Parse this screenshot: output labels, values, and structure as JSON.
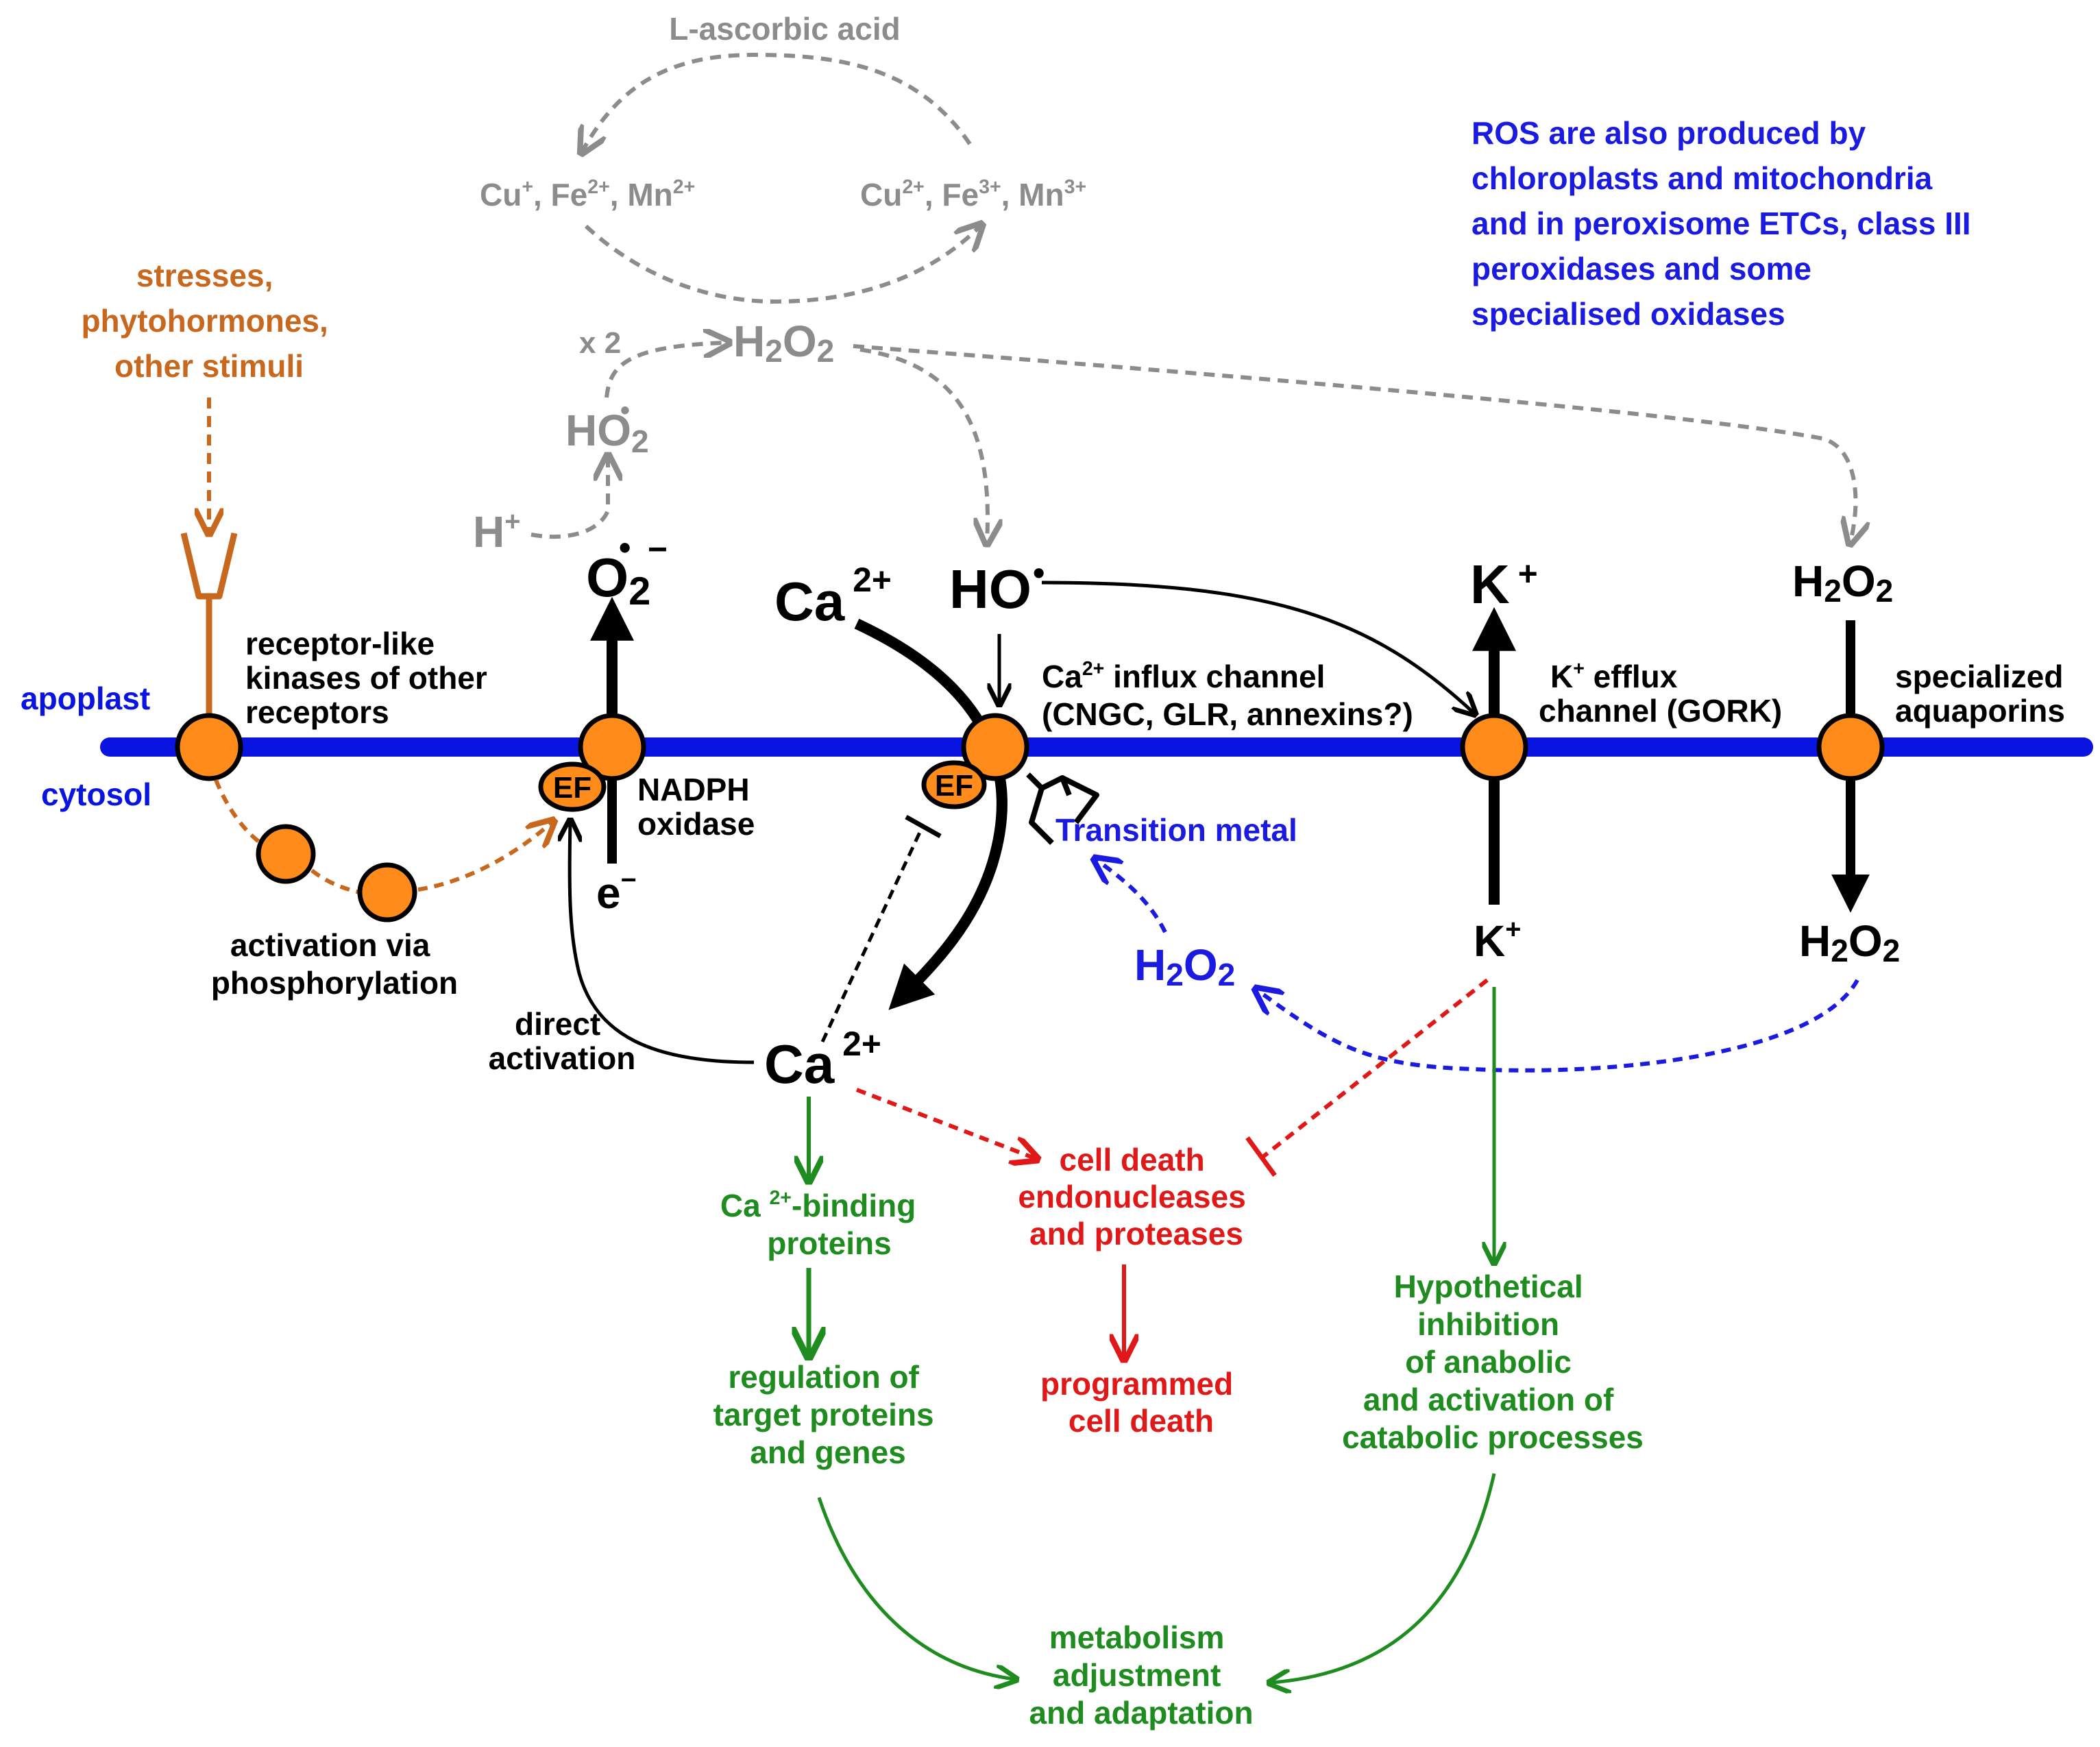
{
  "colors": {
    "membrane": "#0a14e0",
    "protein_fill": "#ff8c1a",
    "stimuli": "#c8681e",
    "grey": "#8c8c8c",
    "black": "#000000",
    "red": "#e01818",
    "green": "#1e8c1e",
    "blue": "#1a1ae0"
  },
  "compartments": {
    "apoplast": "apoplast",
    "cytosol": "cytosol"
  },
  "grey_cycle": {
    "ascorbic_acid": "L-ascorbic acid",
    "reduced_metals": {
      "cu": "Cu",
      "cu_charge": "+",
      "fe": "Fe",
      "fe_charge": "2+",
      "mn": "Mn",
      "mn_charge": "2+"
    },
    "oxidized_metals": {
      "cu": "Cu",
      "cu_charge": "2+",
      "fe": "Fe",
      "fe_charge": "3+",
      "mn": "Mn",
      "mn_charge": "3+"
    },
    "h2o2": {
      "h": "H",
      "h_sub": "2",
      "o": "O",
      "o_sub": "2"
    },
    "x2": "x 2",
    "ho2": {
      "base": "HO",
      "sub": "2",
      "radical": "•"
    },
    "proton": {
      "base": "H",
      "charge": "+"
    }
  },
  "note": [
    "ROS are also produced by",
    "chloroplasts and mitochondria",
    "and in peroxisome ETCs, class III",
    "peroxidases and some",
    "specialised oxidases"
  ],
  "stimuli": [
    "stresses,",
    "phytohormones,",
    "other stimuli"
  ],
  "receptor_label": [
    "receptor-like",
    "kinases of other",
    "receptors"
  ],
  "activation_label": [
    "activation via",
    "phosphorylation"
  ],
  "superoxide": {
    "base": "O",
    "sub": "2",
    "radical": "•",
    "charge": "−"
  },
  "electron": {
    "base": "e",
    "charge": "−"
  },
  "nadph_label": [
    "NADPH",
    "oxidase"
  ],
  "ef_label": "EF",
  "calcium_apoplast": {
    "base": "Ca",
    "charge": "2+"
  },
  "hydroxyl": {
    "base": "HO",
    "radical": "•"
  },
  "ca_channel_label": {
    "line1_base": "Ca",
    "line1_charge": "2+",
    "line1_rest": " influx channel",
    "line2": "(CNGC, GLR, annexins?)"
  },
  "transition_metal": "Transition metal",
  "direct_activation": [
    "direct",
    "activation"
  ],
  "calcium_cytosol": {
    "base": "Ca",
    "charge": "2+"
  },
  "h2o2_blue": {
    "h": "H",
    "h_sub": "2",
    "o": "O",
    "o_sub": "2"
  },
  "potassium_apoplast": {
    "base": "K",
    "charge": "+"
  },
  "k_channel_label": {
    "line1_base": "K",
    "line1_charge": "+",
    "line1_rest": " efflux",
    "line2": "channel (GORK)"
  },
  "potassium_cytosol": {
    "base": "K",
    "charge": "+"
  },
  "h2o2_apoplast": {
    "h": "H",
    "h_sub": "2",
    "o": "O",
    "o_sub": "2"
  },
  "aquaporin_label": [
    "specialized",
    "aquaporins"
  ],
  "h2o2_cytosol": {
    "h": "H",
    "h_sub": "2",
    "o": "O",
    "o_sub": "2"
  },
  "ca_binding": {
    "base": "Ca ",
    "charge": "2+",
    "rest": "-binding",
    "line2": "proteins"
  },
  "regulation": [
    "regulation of",
    "target proteins",
    "and genes"
  ],
  "cell_death_enzymes": [
    "cell death",
    "endonucleases",
    "and proteases"
  ],
  "pcd": [
    "programmed",
    "cell death"
  ],
  "hypothetical": [
    "Hypothetical",
    "inhibition",
    "of anabolic",
    "and activation of",
    "catabolic processes"
  ],
  "metabolism": [
    "metabolism",
    "adjustment",
    "and adaptation"
  ]
}
